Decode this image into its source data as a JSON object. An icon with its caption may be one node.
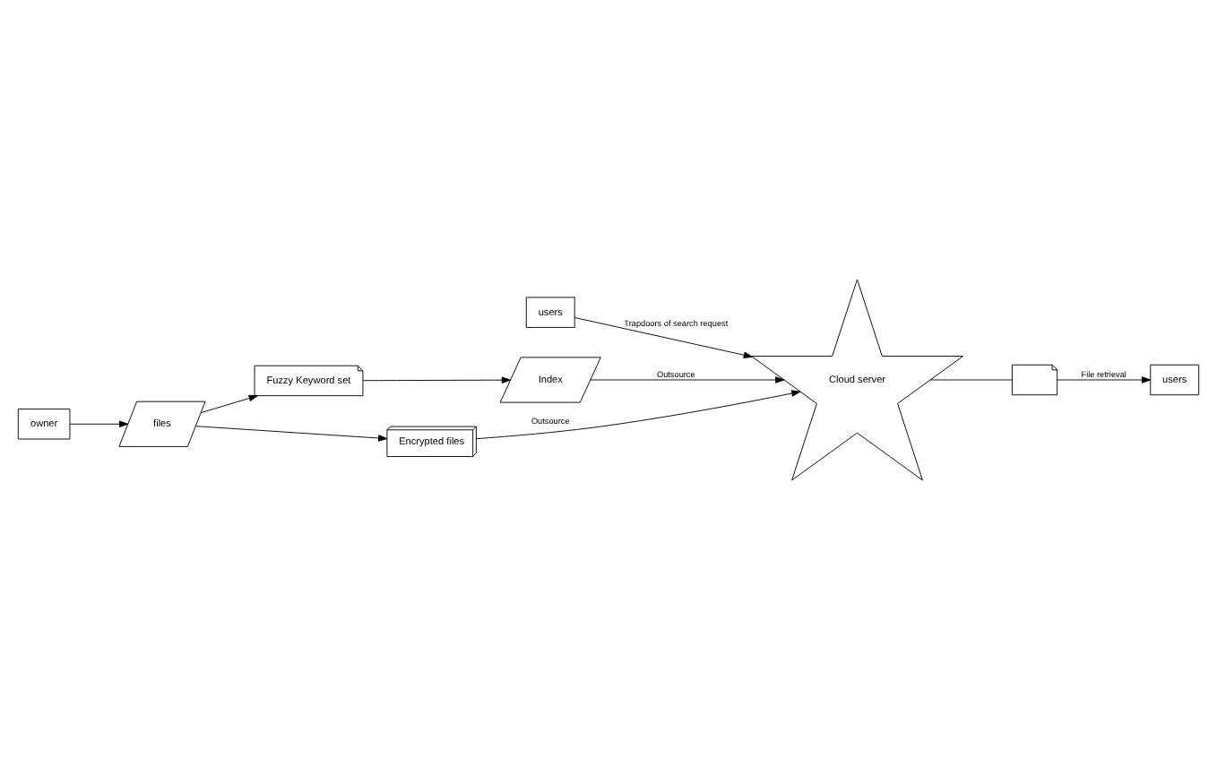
{
  "diagram": {
    "nodes": [
      {
        "text": [
          "Fuzzy Keyword set"
        ]
      },
      {
        "text": [
          "Index"
        ]
      },
      {
        "text": [
          "owner"
        ]
      },
      {
        "text": [
          "files"
        ]
      },
      {
        "text": [
          "Cloud server"
        ]
      },
      {
        "text": [
          "users"
        ]
      },
      {
        "text": [
          "Encrypted files"
        ]
      },
      {
        "text": [],
        "shape": "document"
      },
      {
        "text": [
          "users"
        ]
      }
    ],
    "edges": [
      {
        "from": 2,
        "to": 3,
        "arrow": "to"
      },
      {
        "from": 3,
        "to": 0,
        "arrow": "to"
      },
      {
        "from": 0,
        "to": 1,
        "arrow": "to"
      },
      {
        "from": 1,
        "to": 4,
        "arrow": "to",
        "label": "Outsource"
      },
      {
        "from": 5,
        "to": 4,
        "arrow": "to",
        "label": "Trapdoors of search request"
      },
      {
        "from": 3,
        "to": 6,
        "arrow": "to"
      },
      {
        "from": 6,
        "to": 4,
        "arrow": "to",
        "label": "Outsource"
      },
      {
        "from": 4,
        "to": 7,
        "arrow": "none"
      },
      {
        "from": 7,
        "to": 8,
        "arrow": "to",
        "label": "File retrieval"
      }
    ]
  }
}
